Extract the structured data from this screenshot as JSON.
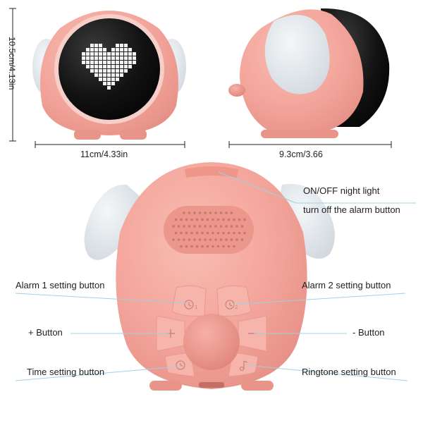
{
  "dimensions": {
    "height": "10.5cm/4.13in",
    "front_width": "11cm/4.33in",
    "side_depth": "9.3cm/3.66"
  },
  "callouts": {
    "on_off": "ON/OFF night light",
    "turn_off_alarm": "turn off the alarm button",
    "alarm1": "Alarm 1 setting button",
    "alarm2": "Alarm 2 setting button",
    "plus": "+ Button",
    "minus": "- Button",
    "time": "Time setting button",
    "ringtone": "Ringtone setting button"
  },
  "colors": {
    "body_pink": "#f3a49a",
    "ear_white": "#e6ebef",
    "screen_black": "#111111",
    "heart_white": "#f2f2f2",
    "leader_blue": "#9fd0e6"
  },
  "icons": [
    "heart-icon",
    "alarm-1-icon",
    "alarm-2-icon",
    "plus-icon",
    "minus-icon",
    "time-icon",
    "ringtone-icon"
  ]
}
